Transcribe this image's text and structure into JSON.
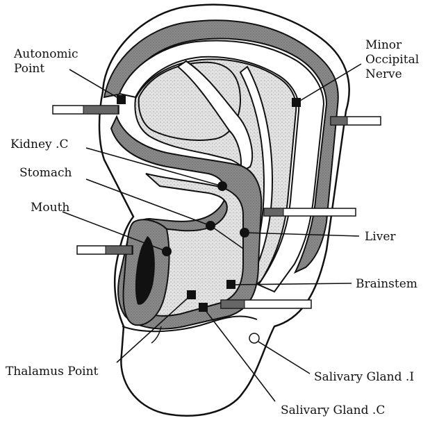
{
  "labels": {
    "autonomic_point": [
      "Autonomic",
      "Point"
    ],
    "minor_occipital_nerve": [
      "Minor",
      "Occipital",
      "Nerve"
    ],
    "kidney_c": "Kidney .C",
    "stomach": "Stomach",
    "mouth": "Mouth",
    "liver": "Liver",
    "brainstem": "Brainstem",
    "thalamus_point": "Thalamus Point",
    "salivary_gland_i": "Salivary Gland .I",
    "salivary_gland_c": "Salivary Gland .C"
  },
  "colors": {
    "ink": "#111111",
    "dark_zone": "#8c8c8c",
    "stipple_zone": "#dcdcdc",
    "paper": "#ffffff"
  }
}
